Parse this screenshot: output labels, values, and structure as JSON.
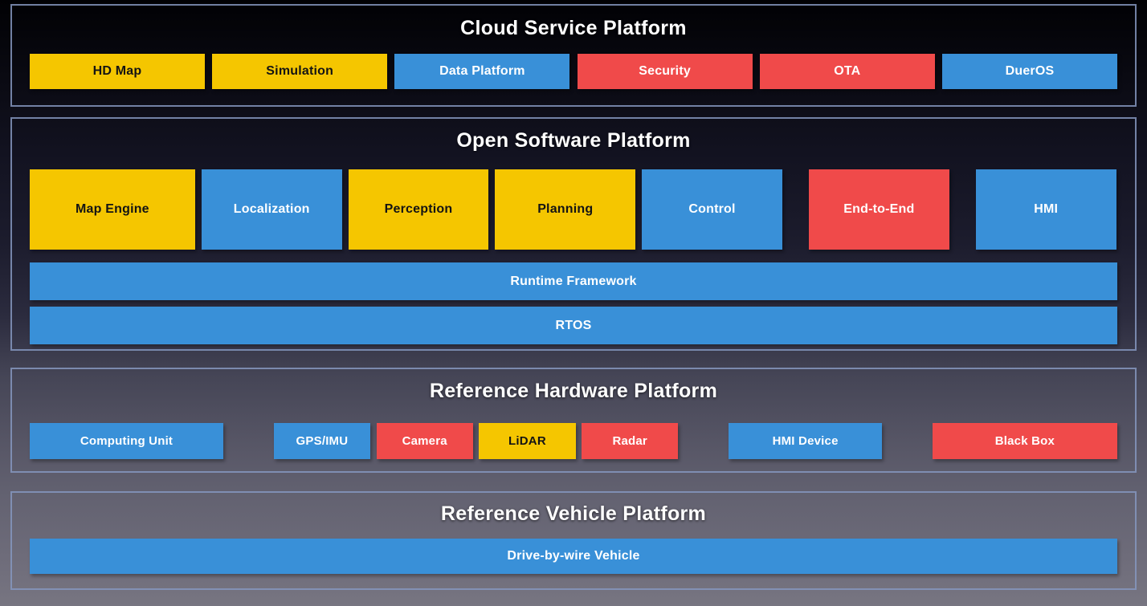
{
  "palette": {
    "yellow": "#F5C600",
    "blue": "#3990D8",
    "red": "#F04A4A",
    "title_text": "#FFFFFF",
    "panel_border": "#8596BE"
  },
  "sections": [
    {
      "title": "Cloud Service Platform",
      "boxes": [
        {
          "label": "HD Map",
          "color": "yellow"
        },
        {
          "label": "Simulation",
          "color": "yellow"
        },
        {
          "label": "Data Platform",
          "color": "blue"
        },
        {
          "label": "Security",
          "color": "red"
        },
        {
          "label": "OTA",
          "color": "red"
        },
        {
          "label": "DuerOS",
          "color": "blue"
        }
      ]
    },
    {
      "title": "Open Software Platform",
      "boxes": [
        {
          "label": "Map Engine",
          "color": "yellow"
        },
        {
          "label": "Localization",
          "color": "blue"
        },
        {
          "label": "Perception",
          "color": "yellow"
        },
        {
          "label": "Planning",
          "color": "yellow"
        },
        {
          "label": "Control",
          "color": "blue"
        },
        {
          "label": "End-to-End",
          "color": "red"
        },
        {
          "label": "HMI",
          "color": "blue"
        }
      ],
      "bars": [
        {
          "label": "Runtime Framework",
          "color": "blue"
        },
        {
          "label": "RTOS",
          "color": "blue"
        }
      ]
    },
    {
      "title": "Reference Hardware Platform",
      "boxes": [
        {
          "label": "Computing Unit",
          "color": "blue"
        },
        {
          "label": "GPS/IMU",
          "color": "blue"
        },
        {
          "label": "Camera",
          "color": "red"
        },
        {
          "label": "LiDAR",
          "color": "yellow"
        },
        {
          "label": "Radar",
          "color": "red"
        },
        {
          "label": "HMI Device",
          "color": "blue"
        },
        {
          "label": "Black Box",
          "color": "red"
        }
      ]
    },
    {
      "title": "Reference Vehicle Platform",
      "bars": [
        {
          "label": "Drive-by-wire Vehicle",
          "color": "blue"
        }
      ]
    }
  ]
}
